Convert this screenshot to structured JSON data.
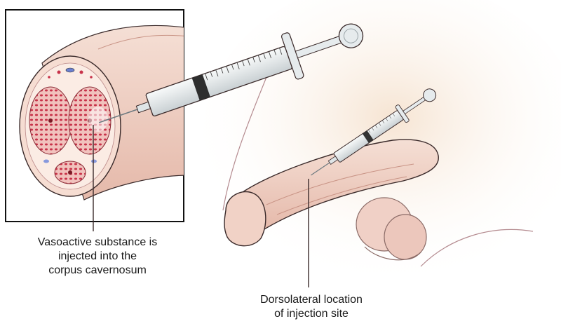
{
  "labels": {
    "cross_section": [
      "Vasoactive substance is",
      "injected into the",
      "corpus cavernosum"
    ],
    "injection_site": [
      "Dorsolateral location",
      "of injection site"
    ]
  },
  "colors": {
    "skin": "#f2d6cc",
    "skin_shadow": "#d9a99a",
    "corpus_tissue": "#c8334a",
    "outline": "#3a2a2a",
    "syringe_barrel": "#eef1f2",
    "background_glow": "#f7ead9"
  }
}
